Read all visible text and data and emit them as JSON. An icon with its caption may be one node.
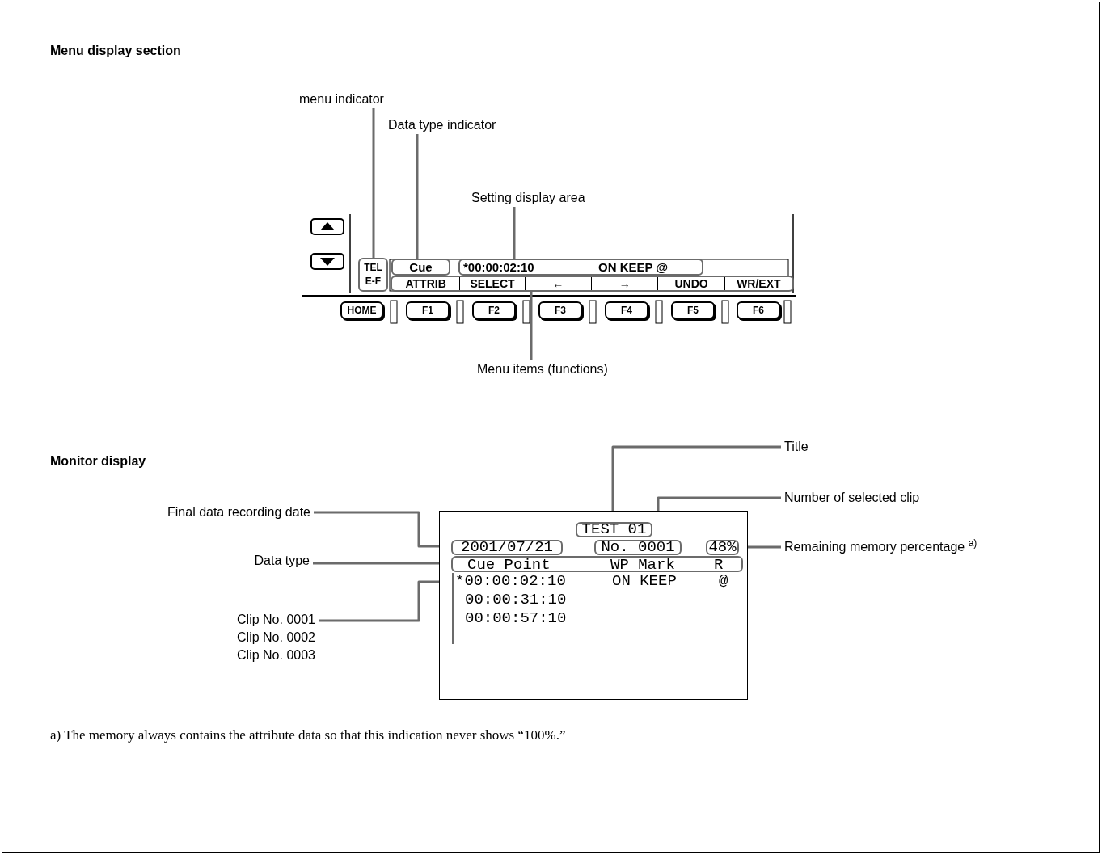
{
  "diagram": {
    "nodes": [
      {
        "text": [
          "menu indicator"
        ]
      },
      {
        "text": [
          "Data type indicator"
        ]
      },
      {
        "text": [
          "Setting display area"
        ]
      },
      {
        "text": [
          "Menu items (functions)"
        ]
      },
      {
        "text": [
          "TEL",
          "E-F"
        ]
      },
      {
        "text": [
          "Cue"
        ]
      },
      {
        "text": [
          "*00:00:02:10",
          "ON KEEP @"
        ]
      },
      {
        "text": [
          "ATTRIB",
          "SELECT",
          "←",
          "→",
          "UNDO",
          "WR/EXT"
        ]
      },
      {
        "text": [
          "HOME"
        ]
      },
      {
        "text": [
          "F1"
        ]
      },
      {
        "text": [
          "F2"
        ]
      },
      {
        "text": [
          "F3"
        ]
      },
      {
        "text": [
          "F4"
        ]
      },
      {
        "text": [
          "F5"
        ]
      },
      {
        "text": [
          "F6"
        ]
      },
      {
        "text": [
          "Title"
        ]
      },
      {
        "text": [
          "Number of selected clip"
        ]
      },
      {
        "text": [
          "Final data recording date"
        ]
      },
      {
        "text": [
          "Remaining memory percentage $^{a)}$"
        ]
      },
      {
        "text": [
          "Data type"
        ]
      },
      {
        "text": [
          "Clip No. 0001",
          "Clip No. 0002",
          "Clip No. 0003"
        ]
      },
      {
        "text": [],
        "shape": "box"
      },
      {
        "text": [
          "TEST 01"
        ],
        "in": 21
      },
      {
        "text": [
          "2001/07/21"
        ],
        "in": 21
      },
      {
        "text": [
          "No. 0001"
        ],
        "in": 21
      },
      {
        "text": [
          "48%"
        ],
        "in": 21
      },
      {
        "text": [
          "Cue Point",
          "WP Mark",
          "R"
        ],
        "in": 21
      },
      {
        "text": [
          "*00:00:02:10",
          "ON KEEP",
          "@",
          "00:00:31:10",
          "00:00:57:10"
        ],
        "in": 21
      }
    ],
    "edges": [
      {
        "from": 0,
        "to": 4,
        "arrow": "none"
      },
      {
        "from": 1,
        "to": 5,
        "arrow": "none"
      },
      {
        "from": 2,
        "to": 6,
        "arrow": "none"
      },
      {
        "from": 3,
        "to": 7,
        "arrow": "none"
      },
      {
        "from": 15,
        "to": 22,
        "arrow": "none"
      },
      {
        "from": 16,
        "to": 24,
        "arrow": "none"
      },
      {
        "from": 17,
        "to": 23,
        "arrow": "none"
      },
      {
        "from": 18,
        "to": 25,
        "arrow": "none"
      },
      {
        "from": 19,
        "to": 26,
        "arrow": "none"
      },
      {
        "from": 20,
        "to": 27,
        "arrow": "none"
      }
    ],
    "labels": [
      "Menu display section",
      "Monitor display",
      "a) The memory always contains the attribute data so that this indication never shows “100%.”"
    ]
  }
}
